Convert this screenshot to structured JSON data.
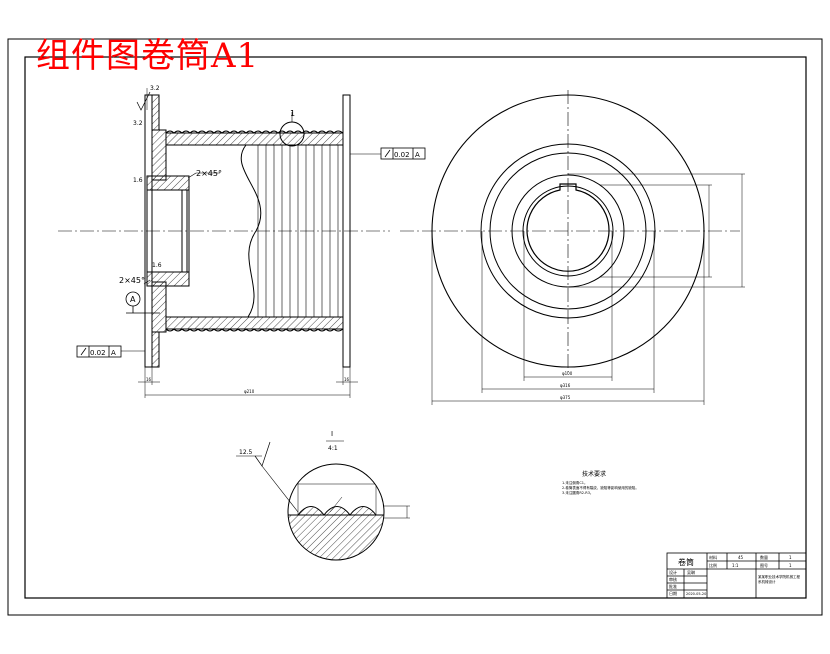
{
  "title": "组件图卷筒A1",
  "labels": {
    "detail_ref": "1",
    "detail_title": "I",
    "detail_scale": "4:1",
    "chamfer_top": "2×45°",
    "chamfer_bottom": "2×45°",
    "roughness_top": "3.2",
    "roughness_side_left": "3.2",
    "roughness_mid": "1.6",
    "roughness_low": "1.6",
    "roughness_detail": "12.5",
    "datum": "A",
    "runout_right": "0.02",
    "runout_left": "0.02",
    "runout_datum": "A",
    "dim_left_small": "16",
    "dim_right_small": "16",
    "dim_dia_left": "φ210",
    "dim_mid_dia": "φ100",
    "dim_right_v1": "φ316",
    "dim_right_v2": "φ375"
  },
  "tech_requirements": {
    "title": "技术要求",
    "lines": [
      "1.未注倒角C1。",
      "2.卷筒表面不得有裂纹、缺陷等影响使用的缺陷。",
      "3.未注圆角R2-R3。"
    ]
  },
  "title_block": {
    "part_name": "卷筒",
    "material_label": "材料",
    "material": "45",
    "qty_label": "数量",
    "qty": "1",
    "scale_label": "比例",
    "scale": "1:1",
    "sheet_label": "图号",
    "sheet": "1",
    "design": "设计",
    "design_name": "吴琳",
    "check": "审核",
    "approve": "批准",
    "date_label": "日期",
    "date": "2020-05-20",
    "org_line1": "某某职业技术学院机械工程",
    "org_line2": "系机械设计"
  }
}
